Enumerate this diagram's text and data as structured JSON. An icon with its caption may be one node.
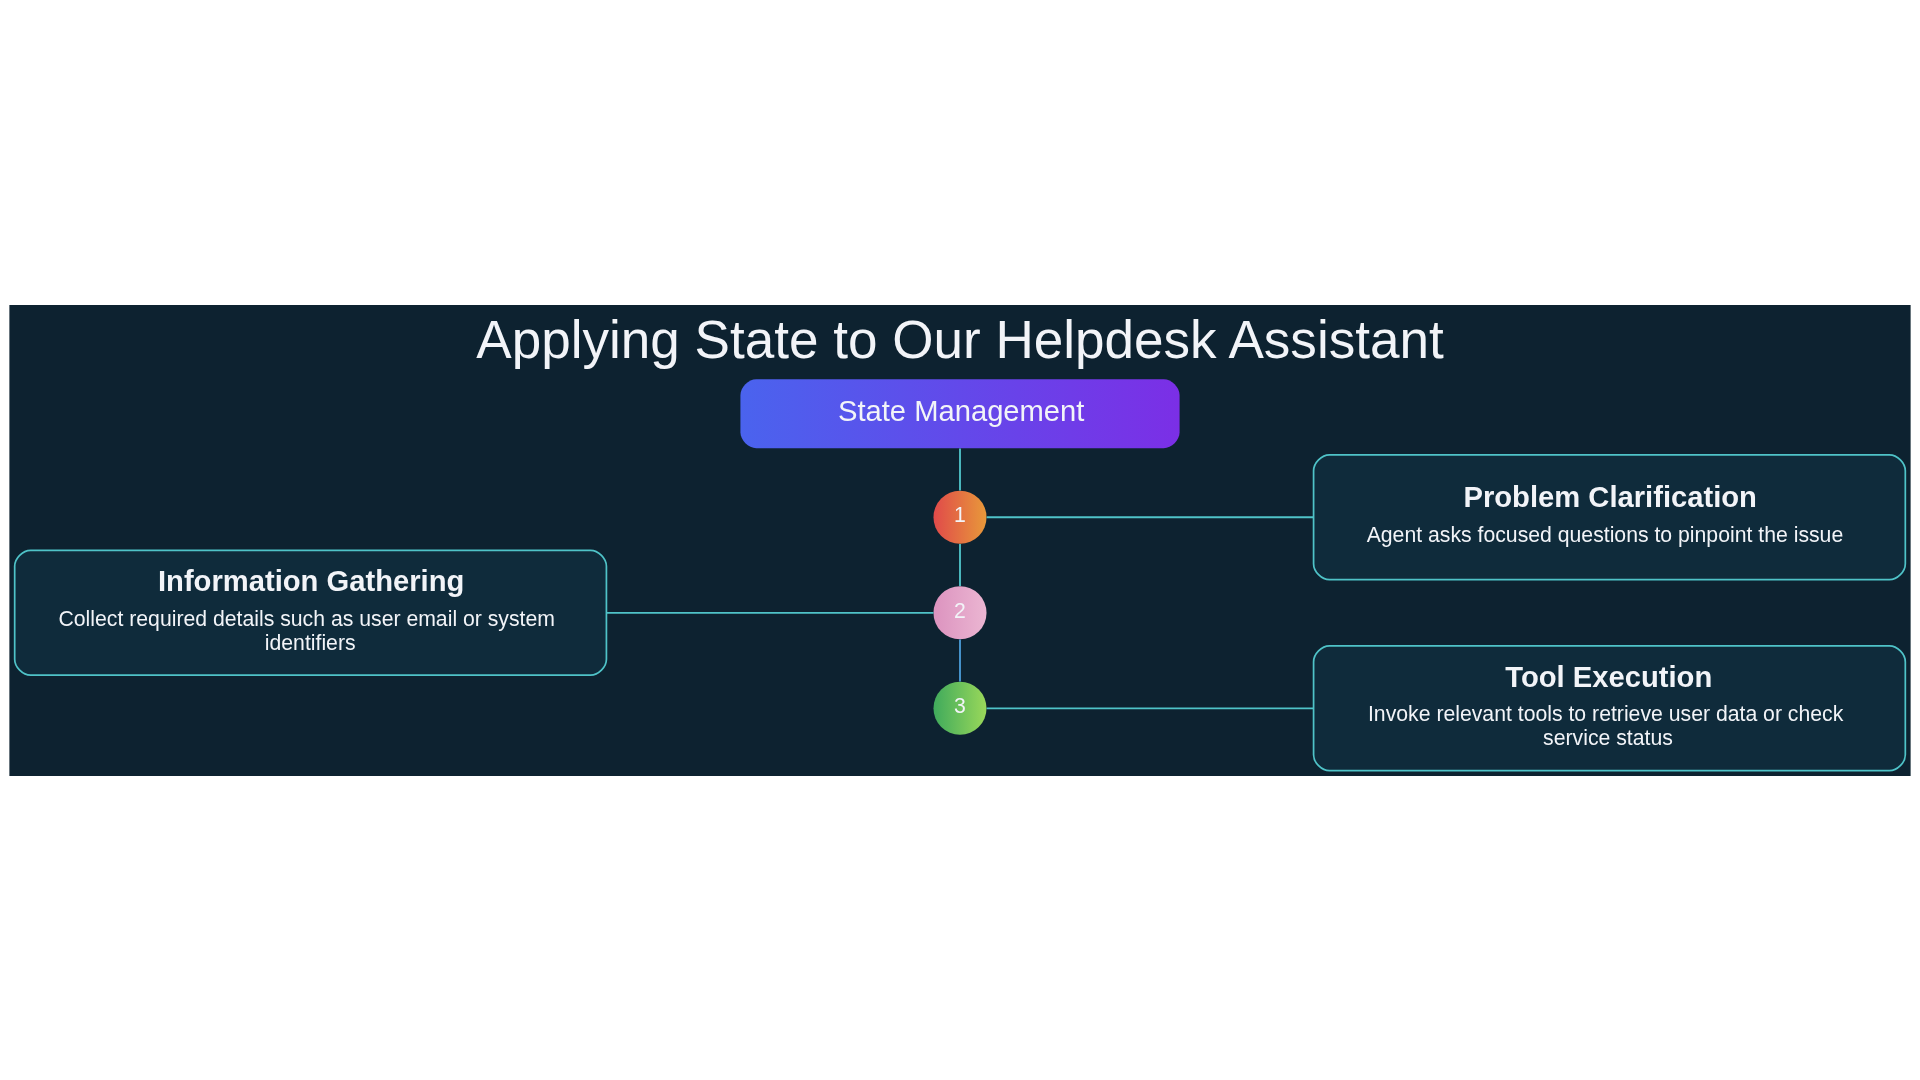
{
  "diagram": {
    "title": "Applying State to Our Helpdesk Assistant",
    "nodes": [
      {
        "text": [
          "State Management"
        ]
      },
      {
        "text": [
          "1"
        ]
      },
      {
        "text": [
          "Problem Clarification",
          "Agent asks focused questions to pinpoint the issue"
        ]
      },
      {
        "text": [
          "2"
        ]
      },
      {
        "text": [
          "Information Gathering",
          "Collect required details such as user email or system identifiers"
        ]
      },
      {
        "text": [
          "3"
        ]
      },
      {
        "text": [
          "Tool Execution",
          "Invoke relevant tools to retrieve user data or check service status"
        ]
      }
    ],
    "edges": [
      {
        "from": 0,
        "to": 1,
        "arrow": "none"
      },
      {
        "from": 1,
        "to": 2,
        "arrow": "none"
      },
      {
        "from": 1,
        "to": 3,
        "arrow": "none"
      },
      {
        "from": 3,
        "to": 4,
        "arrow": "none"
      },
      {
        "from": 3,
        "to": 5,
        "arrow": "none",
        "color": "#4a9bd6"
      },
      {
        "from": 5,
        "to": 6,
        "arrow": "none"
      }
    ]
  }
}
